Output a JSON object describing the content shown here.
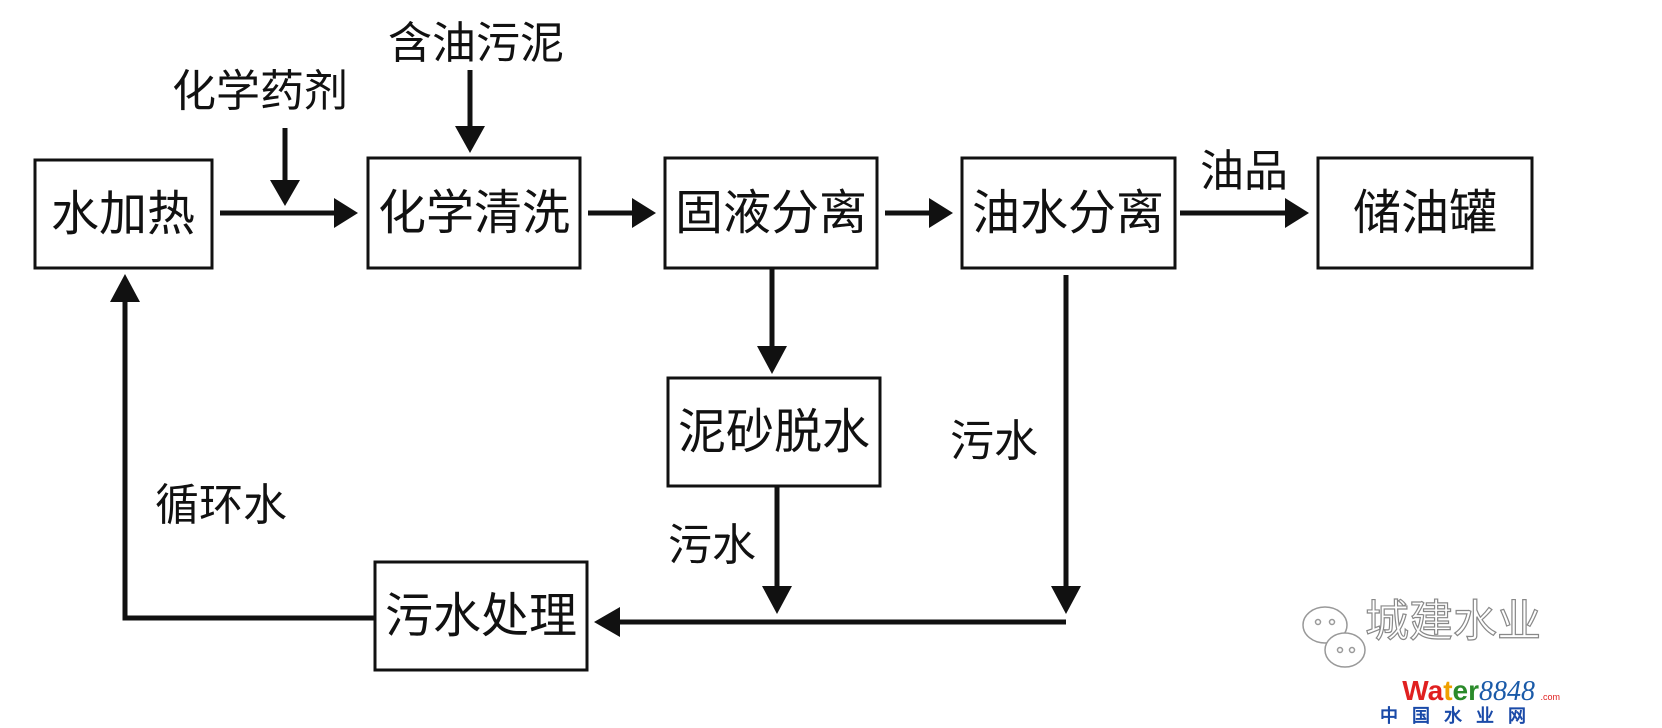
{
  "nodes": {
    "water_heating": "水加热",
    "chemical_cleaning": "化学清洗",
    "solid_liquid_separation": "固液分离",
    "oil_water_separation": "油水分离",
    "oil_storage_tank": "储油罐",
    "sludge_dewatering": "泥砂脱水",
    "wastewater_treatment": "污水处理"
  },
  "labels": {
    "chemical_agents": "化学药剂",
    "oily_sludge": "含油污泥",
    "oil_product": "油品",
    "wastewater_1": "污水",
    "wastewater_2": "污水",
    "recycled_water": "循环水"
  },
  "watermark": {
    "account": "城建水业",
    "site_logo": "water8848.com",
    "site_name": "中国水业网"
  }
}
